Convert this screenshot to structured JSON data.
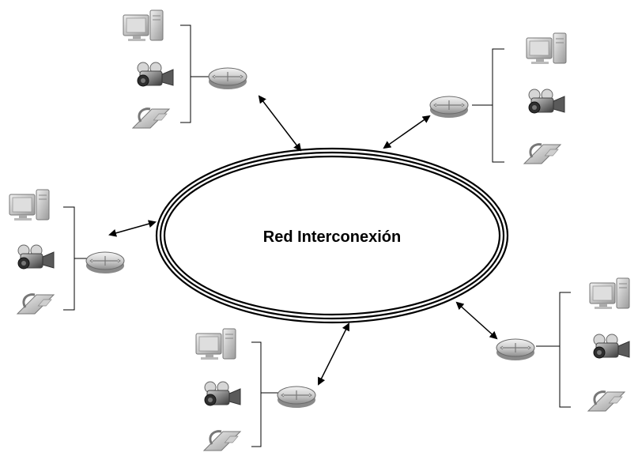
{
  "diagram": {
    "center_label": "Red Interconexión",
    "hub_icon": "network-router-icon",
    "device_icons": [
      "computer-icon",
      "video-camera-icon",
      "telephone-icon"
    ],
    "nodes": [
      {
        "id": "node-top-left"
      },
      {
        "id": "node-top-right"
      },
      {
        "id": "node-left"
      },
      {
        "id": "node-bottom-center"
      },
      {
        "id": "node-bottom-right"
      }
    ]
  }
}
